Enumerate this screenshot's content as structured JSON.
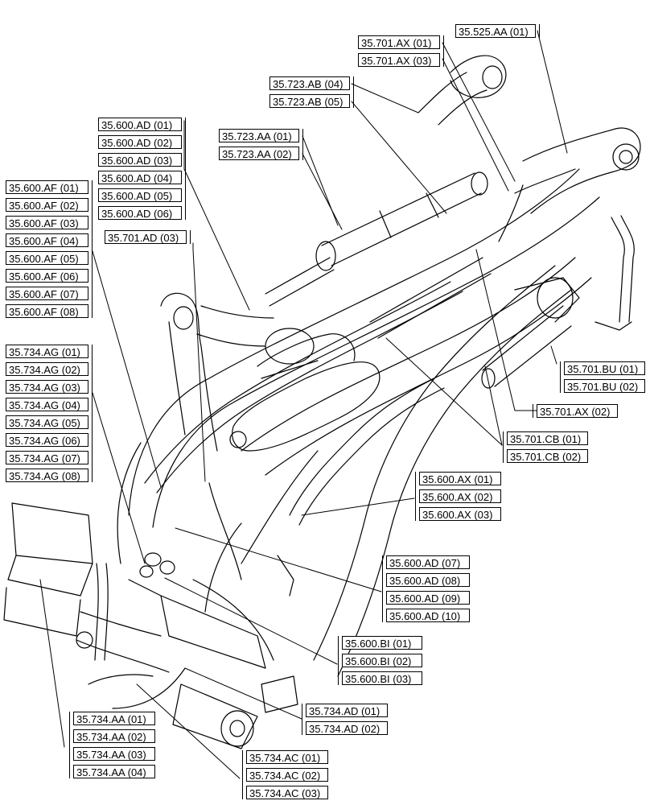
{
  "callouts": {
    "g_35_525_AA": [
      "35.525.AA (01)"
    ],
    "g_35_701_AX_top": [
      "35.701.AX (01)",
      "35.701.AX (03)"
    ],
    "g_35_723_AB": [
      "35.723.AB (04)",
      "35.723.AB (05)"
    ],
    "g_35_723_AA": [
      "35.723.AA (01)",
      "35.723.AA (02)"
    ],
    "g_35_600_AD_top": [
      "35.600.AD (01)",
      "35.600.AD (02)",
      "35.600.AD (03)",
      "35.600.AD (04)",
      "35.600.AD (05)",
      "35.600.AD (06)"
    ],
    "g_35_600_AF": [
      "35.600.AF (01)",
      "35.600.AF (02)",
      "35.600.AF (03)",
      "35.600.AF (04)",
      "35.600.AF (05)",
      "35.600.AF (06)",
      "35.600.AF (07)",
      "35.600.AF (08)"
    ],
    "g_35_701_AD": [
      "35.701.AD (03)"
    ],
    "g_35_734_AG": [
      "35.734.AG (01)",
      "35.734.AG (02)",
      "35.734.AG (03)",
      "35.734.AG (04)",
      "35.734.AG (05)",
      "35.734.AG (06)",
      "35.734.AG (07)",
      "35.734.AG (08)"
    ],
    "g_35_701_BU": [
      "35.701.BU (01)",
      "35.701.BU (02)"
    ],
    "g_35_701_AX_mid": [
      "35.701.AX (02)"
    ],
    "g_35_701_CB": [
      "35.701.CB (01)",
      "35.701.CB (02)"
    ],
    "g_35_600_AX": [
      "35.600.AX (01)",
      "35.600.AX (02)",
      "35.600.AX (03)"
    ],
    "g_35_600_AD_bottom": [
      "35.600.AD (07)",
      "35.600.AD (08)",
      "35.600.AD (09)",
      "35.600.AD (10)"
    ],
    "g_35_600_BI": [
      "35.600.BI (01)",
      "35.600.BI (02)",
      "35.600.BI (03)"
    ],
    "g_35_734_AD": [
      "35.734.AD (01)",
      "35.734.AD (02)"
    ],
    "g_35_734_AA": [
      "35.734.AA (01)",
      "35.734.AA (02)",
      "35.734.AA (03)",
      "35.734.AA (04)"
    ],
    "g_35_734_AC": [
      "35.734.AC (01)",
      "35.734.AC (02)",
      "35.734.AC (03)"
    ]
  }
}
